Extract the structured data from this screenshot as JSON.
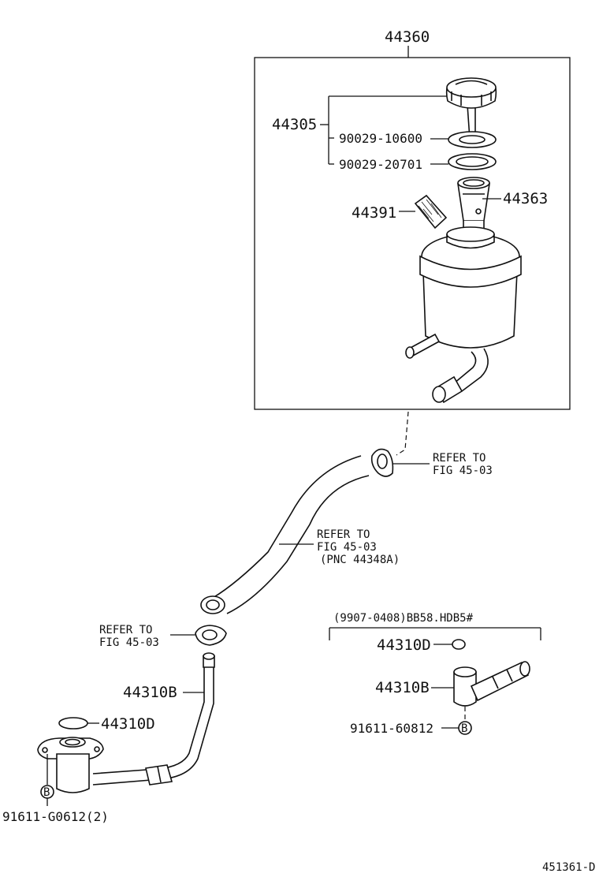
{
  "labels": {
    "assembly": "44360",
    "cap_assy": "44305",
    "gasket_1": "90029-10600",
    "gasket_2": "90029-20701",
    "label_plate": "44391",
    "strainer": "44363",
    "refer_1_line1": "REFER TO",
    "refer_1_line2": "FIG 45-03",
    "refer_2_line1": "REFER TO",
    "refer_2_line2": "FIG 45-03",
    "refer_2_line3": "(PNC 44348A)",
    "refer_3_line1": "REFER TO",
    "refer_3_line2": "FIG 45-03",
    "pipe_b": "44310B",
    "oring_d": "44310D",
    "bolt_left": "91611-G0612(2)",
    "variant_note": "(9907-0408)BB58.HDB5#",
    "oring_d_variant": "44310D",
    "pipe_b_variant": "44310B",
    "bolt_variant": "91611-60812",
    "callout_b": "B",
    "figure_id": "451361-D"
  }
}
